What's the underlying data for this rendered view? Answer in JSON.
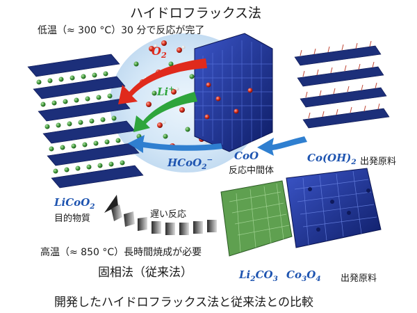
{
  "hydroflux": {
    "title": "ハイドロフラックス法",
    "condition": "低温（≈ 300 °C）30 分で反応が完了"
  },
  "labels": {
    "o2": "O",
    "o2_sub": "2",
    "li": "Li",
    "li_sup": "+",
    "hcoo2_main": "HCoO",
    "hcoo2_sub": "2",
    "hcoo2_sup": "−",
    "coo": "CoO",
    "coo_caption": "反応中間体",
    "coOH2_main": "Co(OH)",
    "coOH2_sub": "2",
    "raw_material": "出発原料",
    "licoo2_main": "LiCoO",
    "licoo2_sub": "2",
    "target": "目的物質",
    "slow_reaction": "遅い反応",
    "li2co3_a": "Li",
    "li2co3_sub1": "2",
    "li2co3_b": "CO",
    "li2co3_sub2": "3",
    "co3o4_a": "Co",
    "co3o4_sub1": "3",
    "co3o4_b": "O",
    "co3o4_sub2": "4",
    "raw_material_2": "出発原料"
  },
  "solid_state": {
    "condition": "高温（≈ 850 °C）長時間焼成が必要",
    "title": "固相法（従来法）"
  },
  "caption": "開発したハイドロフラックス法と従来法との比較",
  "colors": {
    "layer_blue": "#1c2f7a",
    "arrow_red": "#e02a1c",
    "arrow_green": "#2ea53c",
    "arrow_blue": "#2f7fd0",
    "formula_blue": "#1e54b0",
    "sphere_green": "#3f9a3a",
    "li2co3_green": "#5fa050"
  }
}
